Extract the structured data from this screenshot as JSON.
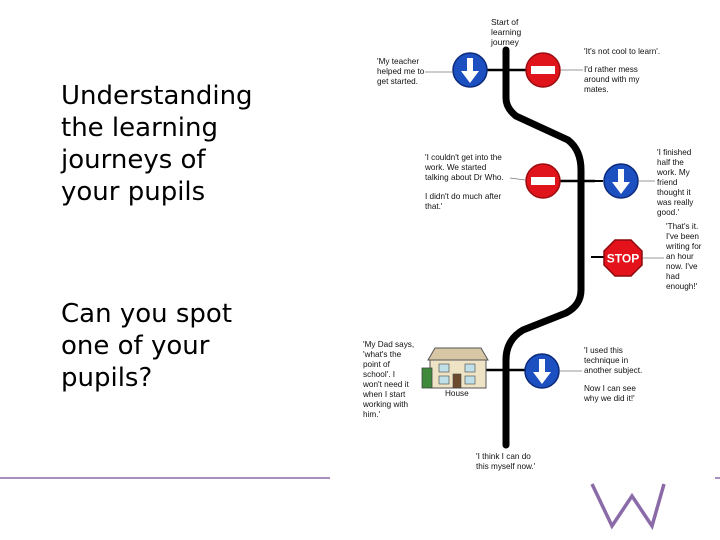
{
  "slide": {
    "title_lines": [
      "Understanding",
      "the  learning",
      "journeys of",
      "your pupils"
    ],
    "question_lines": [
      "Can you spot",
      "one of your",
      "pupils?"
    ]
  },
  "diagram": {
    "start_label": [
      "Start of",
      "learning",
      "journey"
    ],
    "quotes": {
      "teacher": [
        "'My teacher",
        "helped me to",
        "get started."
      ],
      "not_cool": [
        "'It's not cool to learn'."
      ],
      "rather_mess": [
        "I'd rather mess",
        "around with my",
        "mates."
      ],
      "dr_who": [
        "'I couldn't get into the",
        "work. We started",
        "talking about Dr Who."
      ],
      "didnt_do": [
        "I didn't do much after",
        "that.'"
      ],
      "finished_half": [
        "'I finished",
        "half the",
        "work. My",
        "friend",
        "thought it",
        "was really",
        "good.'"
      ],
      "writing_hour": [
        "'That's it.",
        "I've been",
        "writing for",
        "an hour",
        "now. I've",
        "had",
        "enough!'"
      ],
      "dad_says": [
        "'My Dad says,",
        "'what's the",
        "point of",
        "school'. I",
        "won't need it",
        "when I start",
        "working with",
        "him.'"
      ],
      "used_technique": [
        "'I used this",
        "technique in",
        "another subject."
      ],
      "now_see": [
        "Now I can see",
        "why we did it!'"
      ],
      "think_can_do": [
        "'I think I can do",
        "this myself now.'"
      ]
    },
    "stop_sign_text": "STOP",
    "house_label": "House"
  },
  "colors": {
    "blue_sign": "#1c4fbf",
    "no_entry_red": "#e0141b",
    "stop_red": "#e3121b",
    "footer_purple": "#8b6aa8"
  }
}
